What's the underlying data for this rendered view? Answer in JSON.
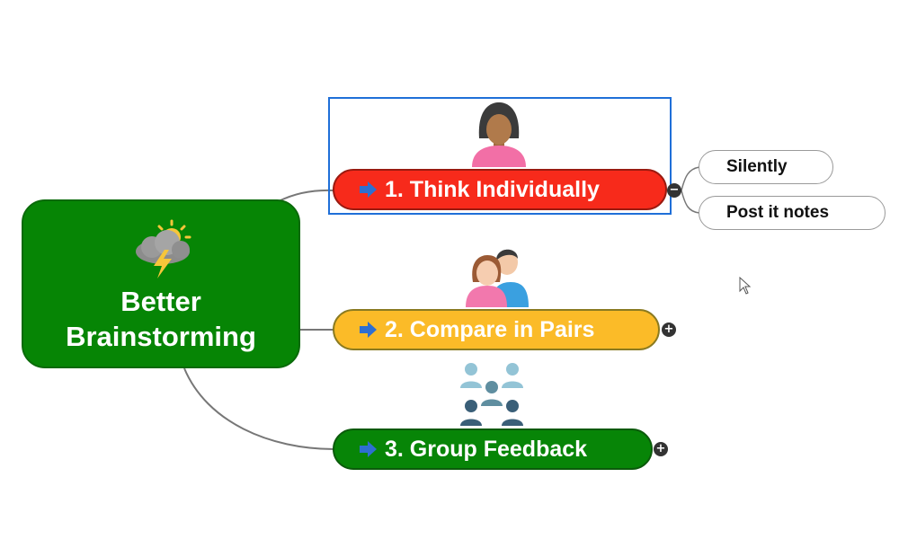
{
  "central": {
    "title_line1": "Better",
    "title_line2": "Brainstorming",
    "icon": "storm-cloud-icon"
  },
  "topics": [
    {
      "label": "1. Think Individually",
      "color": "#f72a1b",
      "icon": "person-icon",
      "toggle": "−"
    },
    {
      "label": "2. Compare in Pairs",
      "color": "#fbbb28",
      "icon": "pair-icon",
      "toggle": "+"
    },
    {
      "label": "3. Group Feedback",
      "color": "#078507",
      "icon": "group-icon",
      "toggle": "+"
    }
  ],
  "subtopics": [
    {
      "label": "Silently"
    },
    {
      "label": "Post it notes"
    }
  ],
  "colors": {
    "central": "#068505",
    "selection": "#1f6fd8",
    "arrow": "#2e6fd0"
  }
}
